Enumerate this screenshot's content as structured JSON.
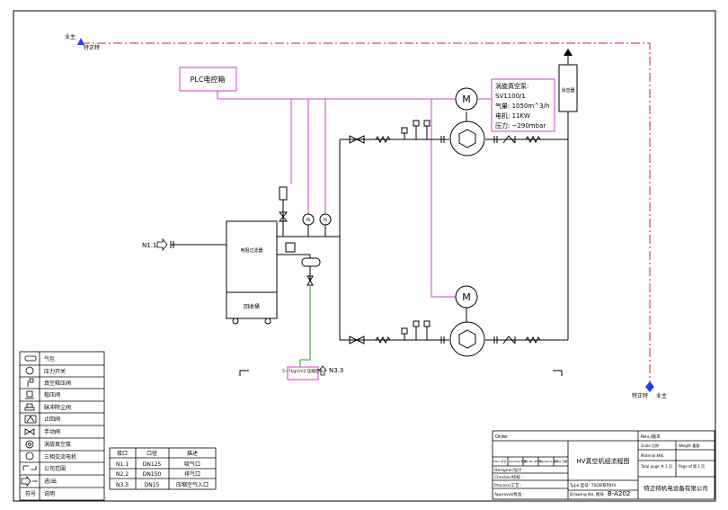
{
  "title_block_main": "HV真空机组流程图",
  "markers": {
    "owner": "业主",
    "supplier": "特正特",
    "n11": "N1.1",
    "n33": "N3.3"
  },
  "plc_label": "PLC电控箱",
  "silencer_label": "消音器",
  "filter_label": "电阻过滤器",
  "tank_label": "回收桶",
  "compressed_air_label": "5~7kg/cm2 压缩空气",
  "pump_box": {
    "line1": "涡旋真空泵:",
    "line2": "SV1100/1",
    "line3": "气量: 1050m^3/h",
    "line4": "电机: 11KW",
    "line5": "压力: ~290mbar"
  },
  "gauge_label": "PS",
  "motor_label": "M",
  "legend": {
    "rows": [
      {
        "text": "气包",
        "icon": "air-bag-icon"
      },
      {
        "text": "压力开关",
        "icon": "pressure-switch-icon"
      },
      {
        "text": "真空释压阀",
        "icon": "vacuum-relief-valve-icon"
      },
      {
        "text": "稳压阀",
        "icon": "pressure-regulator-icon"
      },
      {
        "text": "脉冲除尘阀",
        "icon": "pulse-valve-icon"
      },
      {
        "text": "止回阀",
        "icon": "check-valve-icon"
      },
      {
        "text": "手动阀",
        "icon": "manual-valve-icon"
      },
      {
        "text": "涡旋真空泵",
        "icon": "vortex-pump-icon"
      },
      {
        "text": "三相交流电机",
        "icon": "motor-icon"
      },
      {
        "text": "公司范围",
        "icon": "scope-icon"
      },
      {
        "text": "进/出",
        "icon": "in-out-icon"
      }
    ],
    "footer_code": "符号",
    "footer_desc": "说明"
  },
  "ports": {
    "headers": [
      "接口",
      "口径",
      "描述"
    ],
    "rows": [
      [
        "N1.1",
        "DN125",
        "吸气口"
      ],
      [
        "N2.2",
        "DN150",
        "排气口"
      ],
      [
        "N3.3",
        "DN15",
        "压缩空气入口"
      ]
    ]
  },
  "title_block": {
    "order": "Order",
    "rev": "Rev./版本",
    "scale": "Scale 比例",
    "weight": "Weight 重量",
    "material": "Material 材料",
    "total_page": "Total page 共 1 页",
    "page_of": "Page of 第 1 页",
    "designer": "Designer/设计 :",
    "checker": "Checker/校核 :",
    "process": "Process/工艺 :",
    "approval": "Approval/批准 :",
    "type": "Type 型号: TSQB系列HV",
    "drawing_no_label": "Drawing No. 图号",
    "drawing_no": "B-A202",
    "company": "特正特机电设备有限公司",
    "sub_cols": [
      "Mark 标记",
      "Quantity 数量",
      "File No 文件号",
      "Signature 签字",
      "Date 日期"
    ]
  }
}
